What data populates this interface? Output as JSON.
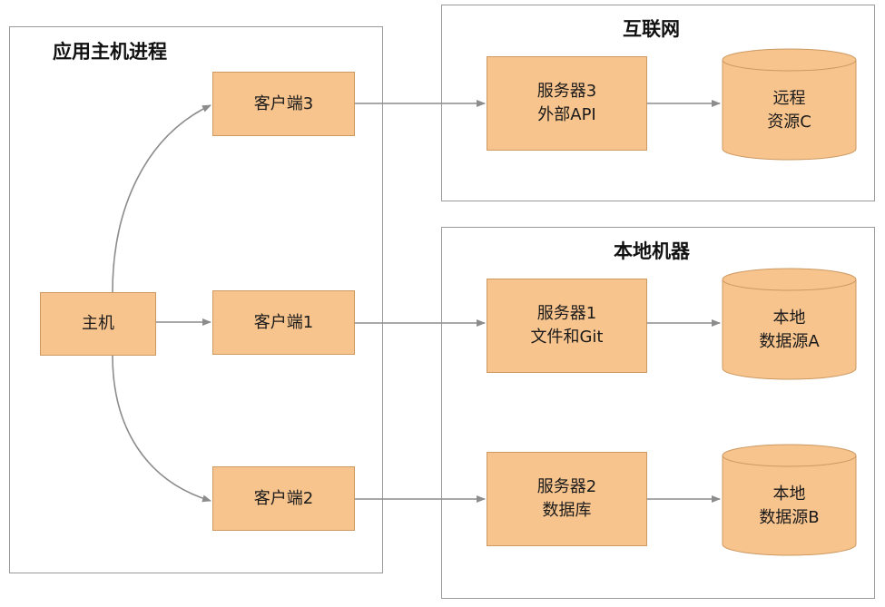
{
  "groups": {
    "app_host": {
      "title": "应用主机进程"
    },
    "internet": {
      "title": "互联网"
    },
    "local": {
      "title": "本地机器"
    }
  },
  "nodes": {
    "host": {
      "label": "主机"
    },
    "client3": {
      "label": "客户端3"
    },
    "client1": {
      "label": "客户端1"
    },
    "client2": {
      "label": "客户端2"
    },
    "server3": {
      "line1": "服务器3",
      "line2": "外部API"
    },
    "server1": {
      "line1": "服务器1",
      "line2": "文件和Git"
    },
    "server2": {
      "line1": "服务器2",
      "line2": "数据库"
    },
    "resource_c": {
      "line1": "远程",
      "line2": "资源C"
    },
    "source_a": {
      "line1": "本地",
      "line2": "数据源A"
    },
    "source_b": {
      "line1": "本地",
      "line2": "数据源B"
    }
  },
  "colors": {
    "node_fill": "#f8c48e",
    "node_border": "#cc9962",
    "group_border": "#9a9a9a",
    "arrow": "#8c8c8c"
  }
}
